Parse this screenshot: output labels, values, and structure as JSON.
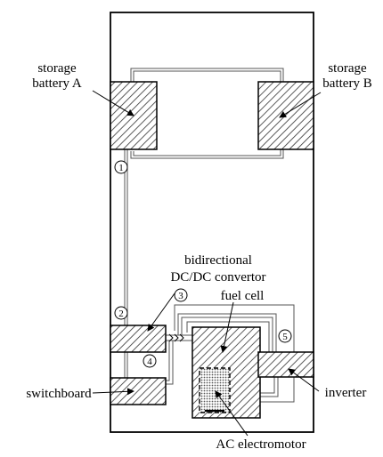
{
  "labels": {
    "storage_battery_a": [
      "storage",
      "battery A"
    ],
    "storage_battery_b": [
      "storage",
      "battery B"
    ],
    "bidirectional_converter": [
      "bidirectional",
      "DC/DC convertor"
    ],
    "fuel_cell": "fuel cell",
    "switchboard": "switchboard",
    "inverter": "inverter",
    "ac_electromotor": "AC electromotor"
  },
  "markers": [
    "1",
    "2",
    "3",
    "4",
    "5"
  ]
}
